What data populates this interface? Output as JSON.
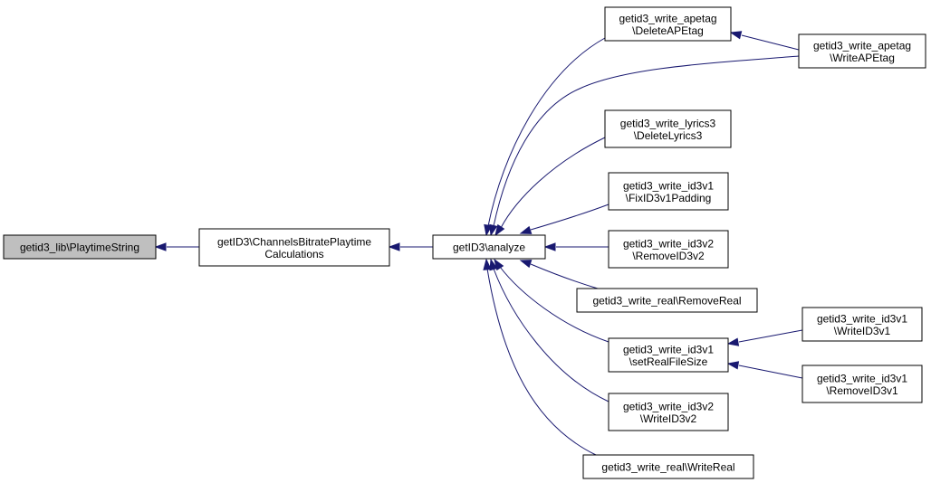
{
  "nodes": [
    {
      "id": "playtime_string",
      "lines": [
        "getid3_lib\\PlaytimeString"
      ]
    },
    {
      "id": "channels_bitrate",
      "lines": [
        "getID3\\ChannelsBitratePlaytime",
        "Calculations"
      ]
    },
    {
      "id": "analyze",
      "lines": [
        "getID3\\analyze"
      ]
    },
    {
      "id": "delete_apetag",
      "lines": [
        "getid3_write_apetag",
        "\\DeleteAPEtag"
      ]
    },
    {
      "id": "write_apetag",
      "lines": [
        "getid3_write_apetag",
        "\\WriteAPEtag"
      ]
    },
    {
      "id": "delete_lyrics3",
      "lines": [
        "getid3_write_lyrics3",
        "\\DeleteLyrics3"
      ]
    },
    {
      "id": "fix_id3v1_padding",
      "lines": [
        "getid3_write_id3v1",
        "\\FixID3v1Padding"
      ]
    },
    {
      "id": "remove_id3v2",
      "lines": [
        "getid3_write_id3v2",
        "\\RemoveID3v2"
      ]
    },
    {
      "id": "remove_real",
      "lines": [
        "getid3_write_real\\RemoveReal"
      ]
    },
    {
      "id": "set_real_file_size",
      "lines": [
        "getid3_write_id3v1",
        "\\setRealFileSize"
      ]
    },
    {
      "id": "write_id3v1",
      "lines": [
        "getid3_write_id3v1",
        "\\WriteID3v1"
      ]
    },
    {
      "id": "remove_id3v1",
      "lines": [
        "getid3_write_id3v1",
        "\\RemoveID3v1"
      ]
    },
    {
      "id": "write_id3v2",
      "lines": [
        "getid3_write_id3v2",
        "\\WriteID3v2"
      ]
    },
    {
      "id": "write_real",
      "lines": [
        "getid3_write_real\\WriteReal"
      ]
    }
  ],
  "edges": [
    {
      "from": "channels_bitrate",
      "to": "playtime_string"
    },
    {
      "from": "analyze",
      "to": "channels_bitrate"
    },
    {
      "from": "delete_apetag",
      "to": "analyze"
    },
    {
      "from": "write_apetag",
      "to": "analyze"
    },
    {
      "from": "write_apetag",
      "to": "delete_apetag"
    },
    {
      "from": "delete_lyrics3",
      "to": "analyze"
    },
    {
      "from": "fix_id3v1_padding",
      "to": "analyze"
    },
    {
      "from": "remove_id3v2",
      "to": "analyze"
    },
    {
      "from": "remove_real",
      "to": "analyze"
    },
    {
      "from": "set_real_file_size",
      "to": "analyze"
    },
    {
      "from": "write_id3v1",
      "to": "set_real_file_size"
    },
    {
      "from": "remove_id3v1",
      "to": "set_real_file_size"
    },
    {
      "from": "write_id3v2",
      "to": "analyze"
    },
    {
      "from": "write_real",
      "to": "analyze"
    }
  ],
  "colors": {
    "edge": "#191970",
    "root_fill": "#bfbfbf",
    "node_fill": "#ffffff",
    "border": "#000000"
  }
}
